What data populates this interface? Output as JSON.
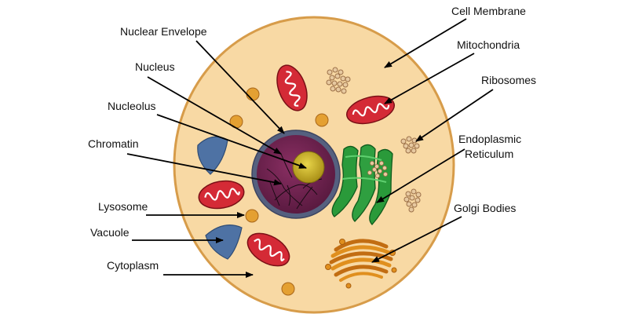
{
  "labels": {
    "nuclear_envelope": "Nuclear Envelope",
    "nucleus": "Nucleus",
    "nucleolus": "Nucleolus",
    "chromatin": "Chromatin",
    "lysosome": "Lysosome",
    "vacuole": "Vacuole",
    "cytoplasm": "Cytoplasm",
    "cell_membrane": "Cell Membrane",
    "mitochondria": "Mitochondria",
    "ribosomes": "Ribosomes",
    "endoplasmic_line1": "Endoplasmic",
    "endoplasmic_line2": "Reticulum",
    "golgi_bodies": "Golgi Bodies"
  },
  "colors": {
    "cytoplasm": "#f8d9a4",
    "membrane": "#d79c4a",
    "nucleus": "#6a1f4c",
    "nuclear_envelope": "#55607f",
    "nucleolus": "#c9b32a",
    "mitochondria": "#d42a36",
    "er": "#2a9a3a",
    "vacuole": "#4e72a4",
    "lysosome": "#e4a032",
    "golgi": "#e08f1e",
    "ribosome": "#c99a5e"
  }
}
